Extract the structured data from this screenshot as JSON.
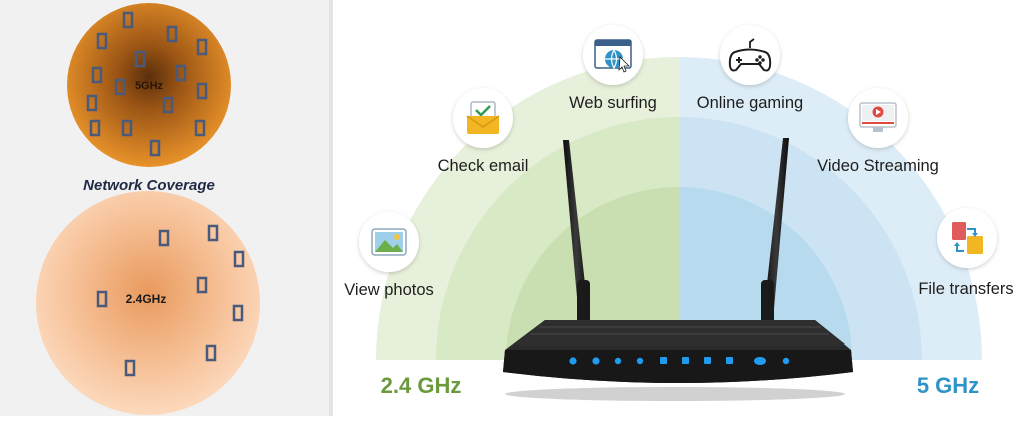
{
  "left": {
    "circle_5ghz_label": "5GHz",
    "coverage_title": "Network Coverage",
    "circle_24ghz_label": "2.4GHz",
    "colors": {
      "circle_5ghz_outer": "#e8922a",
      "circle_5ghz_inner": "#6b3a10",
      "circle_24ghz_outer": "#fbd3b4",
      "circle_24ghz_inner": "#e99a5e",
      "device_outline": "#4a5a7a"
    }
  },
  "right": {
    "band_24_label": "2.4 GHz",
    "band_5_label": "5 GHz",
    "colors": {
      "band_24_text": "#6a9a3c",
      "band_5_text": "#2f93c8",
      "arc_green_outer": "#e6f0d8",
      "arc_green_mid": "#d6e8c2",
      "arc_green_inner": "#c8dfae",
      "arc_blue_outer": "#dcecf6",
      "arc_blue_mid": "#c8e2f2",
      "arc_blue_inner": "#b3d8ee",
      "router_body": "#1e1e1e",
      "router_led": "#1f9cf0"
    },
    "activities": [
      {
        "label": "View photos",
        "icon": "photo-icon"
      },
      {
        "label": "Check email",
        "icon": "email-icon"
      },
      {
        "label": "Web surfing",
        "icon": "browser-icon"
      },
      {
        "label": "Online gaming",
        "icon": "gamepad-icon"
      },
      {
        "label": "Video Streaming",
        "icon": "video-icon"
      },
      {
        "label": "File transfers",
        "icon": "file-transfer-icon"
      }
    ]
  }
}
